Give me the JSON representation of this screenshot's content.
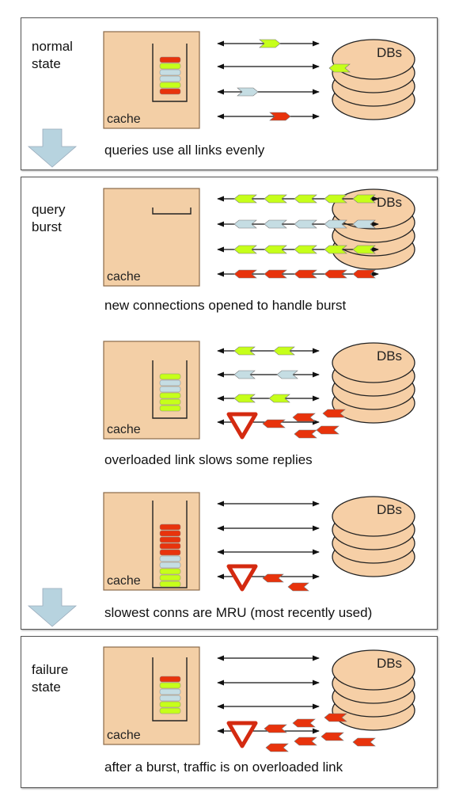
{
  "labels": {
    "normal_state": "normal\nstate",
    "query_burst": "query\nburst",
    "failure_state": "failure\nstate",
    "cache": "cache",
    "dbs": "DBs"
  },
  "captions": {
    "normal": "queries use all links evenly",
    "burst_new_connections": "new connections opened to handle burst",
    "burst_overloaded": "overloaded link slows some replies",
    "burst_mru": "slowest conns are MRU (most recently used)",
    "failure": "after a burst, traffic is on overloaded link"
  },
  "colors": {
    "cache_box": "#f3cfa6",
    "db_disk": "#f6cfa6",
    "green_query": "#c6ff1a",
    "blue_query": "#c5dde3",
    "red_query": "#e8330c",
    "transition_arrow": "#b7d3df"
  },
  "icons": [
    "yield-sign-icon",
    "down-arrow-icon",
    "database-stack-icon",
    "connection-stack-icon"
  ]
}
